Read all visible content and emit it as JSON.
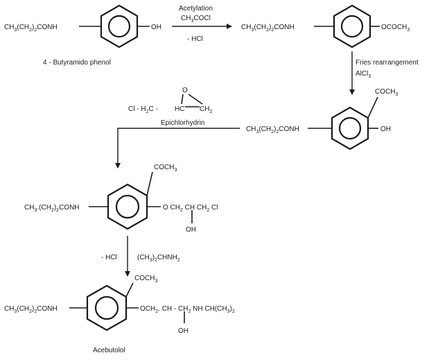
{
  "scheme": {
    "start": {
      "chain_pre": "CH",
      "chain_s1": "3",
      "chain_mid": "(CH",
      "chain_s2": "2",
      "chain_mid2": ")",
      "chain_s3": "2",
      "chain_post": "CONH",
      "oh": "OH",
      "name": "4 - Butyramido phenol"
    },
    "step1": {
      "line1": "Acetylation",
      "line2_pre": "CH",
      "line2_s": "3",
      "line2_post": "COCl",
      "line3": "- HCl"
    },
    "ester": {
      "chain_pre": "CH",
      "chain_s1": "3",
      "chain_mid": "(CH",
      "chain_s2": "2",
      "chain_mid2": ")",
      "chain_s3": "2",
      "chain_post": "CONH",
      "sub_pre": "OCOCH",
      "sub_s": "3"
    },
    "step2": {
      "line1": "Fries rearrangement",
      "line2_pre": "AlCl",
      "line2_s": "3"
    },
    "ketone": {
      "chain_pre": "CH",
      "chain_s1": "3",
      "chain_mid": "(CH",
      "chain_s2": "2",
      "chain_mid2": ")",
      "chain_s3": "2",
      "chain_post": "CONH",
      "acetyl_pre": "COCH",
      "acetyl_s": "3",
      "oh": "OH"
    },
    "reagent": {
      "cl_part": "Cl - H",
      "cl_s": "2",
      "c_part": "C -",
      "hc": "HC",
      "ch2_pre": "CH",
      "ch2_s": "2",
      "o": "O",
      "name": "Epichlorhydrin"
    },
    "chloro": {
      "chain_pre": "CH",
      "chain_s1": "3",
      "chain_mid": ".(CH",
      "chain_s2": "2",
      "chain_mid2": ")",
      "chain_s3": "2",
      "chain_post": "CONH",
      "acetyl_pre": "COCH",
      "acetyl_s": "3",
      "side_pre": "O CH",
      "side_s1": "2",
      "side_mid": " CH CH",
      "side_s2": "2",
      "side_post": " Cl",
      "oh": "OH"
    },
    "step4": {
      "left": "- HCl",
      "right_pre": "(CH",
      "right_s1": "3",
      "right_mid": ")",
      "right_s2": "2",
      "right_post": "CHNH",
      "right_s3": "2"
    },
    "product": {
      "chain_pre": "CH",
      "chain_s1": "3",
      "chain_mid": "(CH",
      "chain_s2": "2",
      "chain_mid2": ")",
      "chain_s3": "2",
      "chain_post": "CONH",
      "acetyl_pre": "COCH",
      "acetyl_s": "3",
      "side_pre": "OCH",
      "side_s1": "2",
      "side_mid": ". CH - CH",
      "side_s2": "2",
      "side_mid2": " NH CH(CH",
      "side_s3": "3",
      "side_mid3": ")",
      "side_s4": "2",
      "oh": "OH",
      "name": "Acebutolol"
    }
  }
}
